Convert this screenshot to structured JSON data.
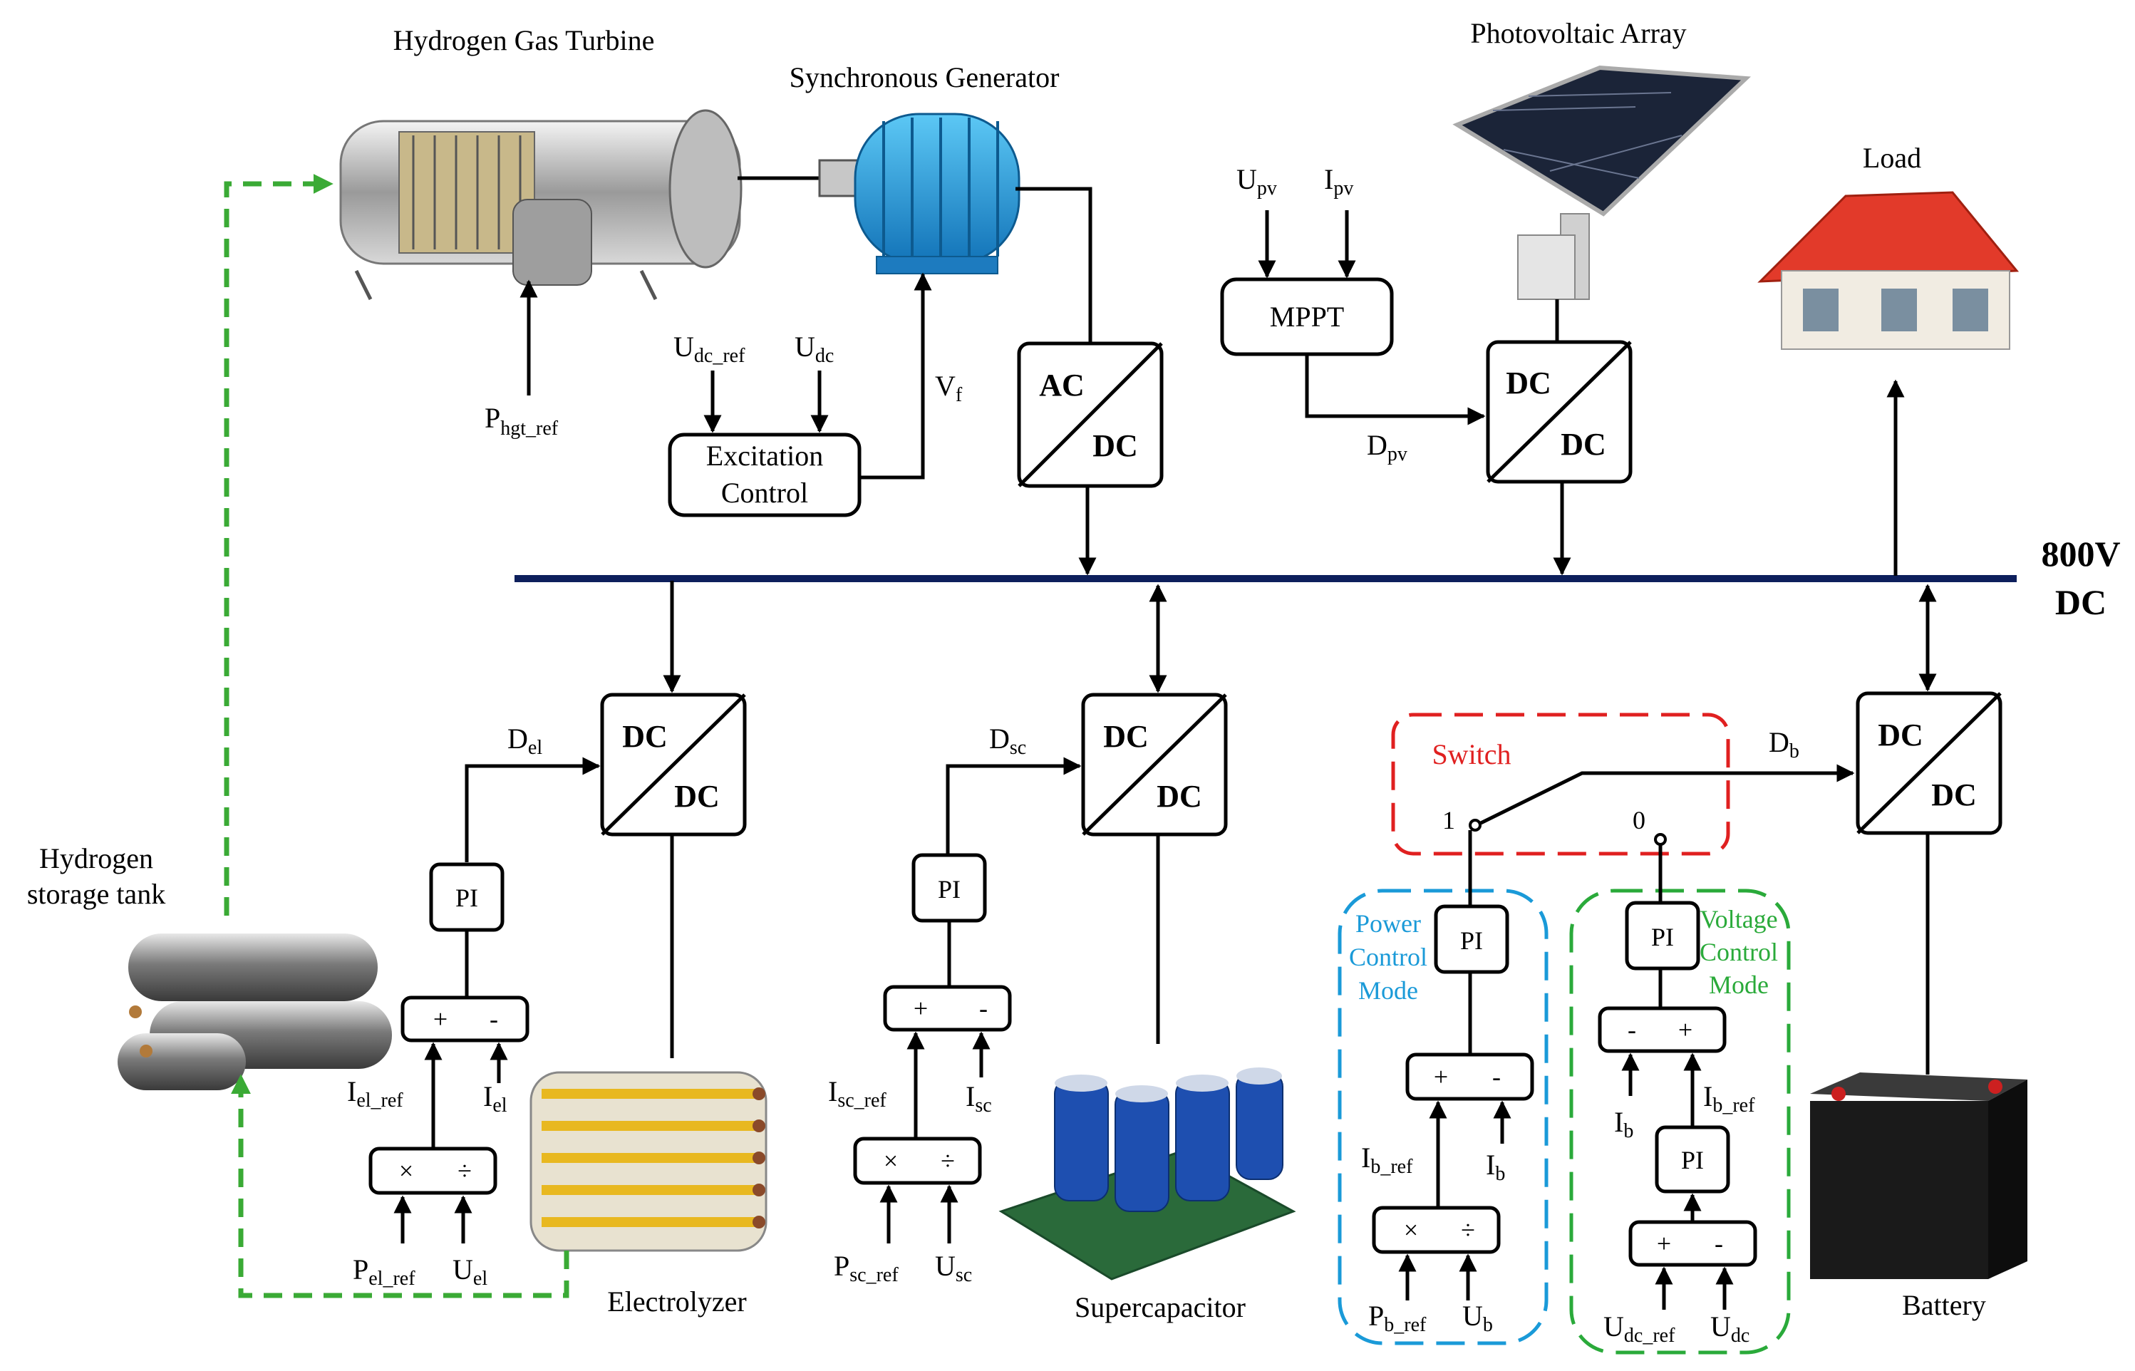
{
  "labels": {
    "hgt": "Hydrogen Gas Turbine",
    "sg": "Synchronous Generator",
    "pv": "Photovoltaic Array",
    "load": "Load",
    "tank_line1": "Hydrogen",
    "tank_line2": "storage tank",
    "electrolyzer": "Electrolyzer",
    "supercap": "Supercapacitor",
    "battery": "Battery",
    "bus_line1": "800V",
    "bus_line2": "DC",
    "switch": "Switch",
    "power_mode": [
      "Power",
      "Control",
      "Mode"
    ],
    "voltage_mode": [
      "Voltage",
      "Control",
      "Mode"
    ],
    "switch_pos1": "1",
    "switch_pos0": "0"
  },
  "blocks": {
    "mppt": "MPPT",
    "excitation_line1": "Excitation",
    "excitation_line2": "Control",
    "pi": "PI",
    "plus": "+",
    "minus": "-",
    "times": "×",
    "divide": "÷",
    "ac": "AC",
    "dc": "DC"
  },
  "signals": {
    "upv": {
      "main": "U",
      "sub": "pv"
    },
    "ipv": {
      "main": "I",
      "sub": "pv"
    },
    "dpv": {
      "main": "D",
      "sub": "pv"
    },
    "udc_ref": {
      "main": "U",
      "sub": "dc_ref"
    },
    "udc": {
      "main": "U",
      "sub": "dc"
    },
    "vf": {
      "main": "V",
      "sub": "f"
    },
    "phgt_ref": {
      "main": "P",
      "sub": "hgt_ref"
    },
    "del": {
      "main": "D",
      "sub": "el"
    },
    "iel_ref": {
      "main": "I",
      "sub": "el_ref"
    },
    "iel": {
      "main": "I",
      "sub": "el"
    },
    "pel_ref": {
      "main": "P",
      "sub": "el_ref"
    },
    "uel": {
      "main": "U",
      "sub": "el"
    },
    "dsc": {
      "main": "D",
      "sub": "sc"
    },
    "isc_ref": {
      "main": "I",
      "sub": "sc_ref"
    },
    "isc": {
      "main": "I",
      "sub": "sc"
    },
    "psc_ref": {
      "main": "P",
      "sub": "sc_ref"
    },
    "usc": {
      "main": "U",
      "sub": "sc"
    },
    "db": {
      "main": "D",
      "sub": "b"
    },
    "ib_ref": {
      "main": "I",
      "sub": "b_ref"
    },
    "ib": {
      "main": "I",
      "sub": "b"
    },
    "pb_ref": {
      "main": "P",
      "sub": "b_ref"
    },
    "ub": {
      "main": "U",
      "sub": "b"
    },
    "udc_ref2": {
      "main": "U",
      "sub": "dc_ref"
    },
    "udc2": {
      "main": "U",
      "sub": "dc"
    },
    "ib_ref2": {
      "main": "I",
      "sub": "b_ref"
    },
    "ib2": {
      "main": "I",
      "sub": "b"
    }
  },
  "colors": {
    "bus": "#0d1f5c",
    "hydrogen_path": "#3aaa35",
    "switch_box": "#e02020",
    "power_mode": "#1a9ad8",
    "voltage_mode": "#2aaa3a"
  }
}
